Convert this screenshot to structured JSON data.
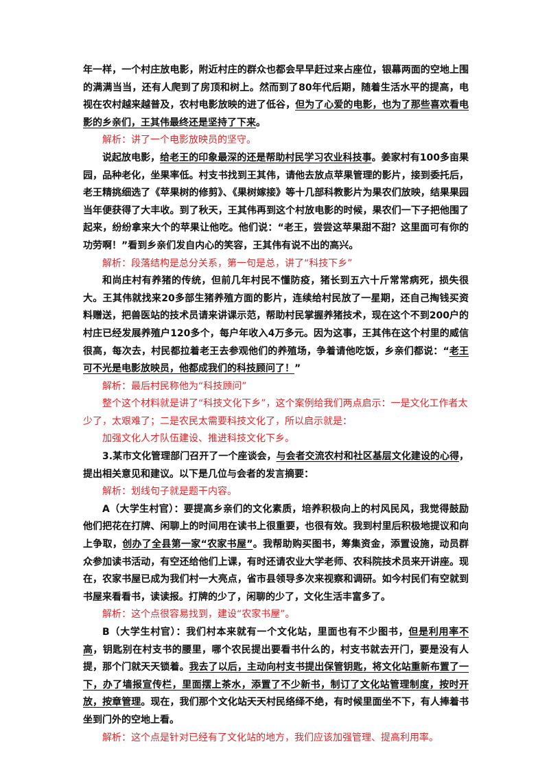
{
  "colors": {
    "text": "#111111",
    "analysis": "#e0272a"
  },
  "p1": {
    "a": "年一样，一个村庄放电影，附近村庄的群众也都会早早赶过来占座位，银幕两面的空地上围的满满当当，还有人爬到了房顶和树上。然而到了80年代后期，随着生活水平的提高，电视在农村越来越普及，农村电影放映的进了低谷，",
    "u": "但为了心爱的电影，也为了那些喜欢看电影的乡亲们，王其伟最终还是坚持了下来",
    "b": "。"
  },
  "n1": "解析：讲了一个电影放映员的坚守。",
  "p2": {
    "a": "说起放电影，",
    "u": "给老王的印象最深的还是帮助村民学习农业科技事",
    "b": "。姜家村有100多亩果园，品种老化，坐果率低。村支书找到王其伟，请他去放点苹果管理的影片，接到委托后，老王精挑细选了《苹果树的修剪》、《果树嫁接》等十几部科教影片为果农们放映，结果果园当年便获得了大丰收。到了秋天，王其伟再到这个村放电影的时候，果农们一下子把他围了起来，纷纷拿来大个的苹果让他吃。他们说：“老王，尝尝这苹果甜不甜？这里面可有你的功劳啊！”看到乡亲们发自内心的笑容，王其伟有说不出的高兴。"
  },
  "n2": "解析：段落结构是总分关系，第一句是总，讲了“科技下乡”",
  "p3": {
    "a": "和尚庄村有养猪的传统，但前几年村民不懂防疫，猪长到五六十斤常常病死，损失很大。王其伟就找来20多部生猪养殖方面的影片，连续给村民放了一星期，还自己掏钱买资料赠送，把兽医站的技术员请来讲课示范，帮助村民掌握养猪技术，现在这个不到200户的村庄已经发展养殖户120多个，每户年收入4万多元。因为这事，王其伟在这个村里的威信很高，每次去，村民都拉着老王去参观他们的养殖场，争着请他吃饭，乡亲们都说：“",
    "u": "老王可不光是电影放映员，他都成我们的科技顾问了！",
    "b": "”"
  },
  "n3": "解析：最后村民称他为“科技顾问”",
  "n4": "整个这个材料就是讲了“科技文化下乡”，这个案例给我们两点启示：一是文化工作者太少了，太艰难了；二是农民太需要科技文化了，所以启示就是：",
  "n5": "加强文化人才队伍建设、推进科技文化下乡。",
  "p4": {
    "a": "3.某市文化管理部门召开了一个座谈会，",
    "u": "与会者交流农村和社区基层文化建设的心得",
    "b": "，提出相关意见和建议。以下是几位与会者的发言摘要："
  },
  "n6": "解析：划线句子就是题干内容。",
  "p5": {
    "a": "A（大学生村官）：要提高乡亲们的文化素质，培养积极向上的村风民风，我觉得鼓励他们把花在打牌、闲聊上的时间用在读书上很重要，也很有效。我到村里后积极地提议和向上争取，",
    "u": "创办了全县第一家“农家书屋”",
    "b": "。我帮助购买图书，筹集资金，添置设施，动员群众参加读书活动，有空还给他们上课，有时还请农业大学老师、农科院技术员来开讲座。现在，农家书屋已成为我们村一大亮点，省市县领导多次来视察和调研。如今村民们有空就到书屋来看看书，读读报。打牌的少了，闲聊的少了，文化生活丰富多了。"
  },
  "n7": "解析：这个点很容易找到，建设“农家书屋”。",
  "p6": {
    "a": "B（大学生村官）：我们村本来就有一个文化站，里面也有不少图书，",
    "u1": "但是利用率不高",
    "b": "，钥匙别在村支书的腰里，哪个农民提出要看书什么的，村支书就去开门，要是没有人提，那个门就天天锁着。",
    "u2": "我去了以后，主动向村支书提出保管钥匙，将文化站重新布置了一下，办了墙报宣传栏，里面摆上茶水，添置了不少新书，制订了文化站管理制度，按时开放，按章管理",
    "c": "。现在，我们那个文化站天天村民络绎不绝，有时候里面坐不下，有人捧着书坐到门外的空地上看。"
  },
  "n8": "解析：这个点是针对已经有了文化站的地方，我们应该加强管理、提高利用率。"
}
